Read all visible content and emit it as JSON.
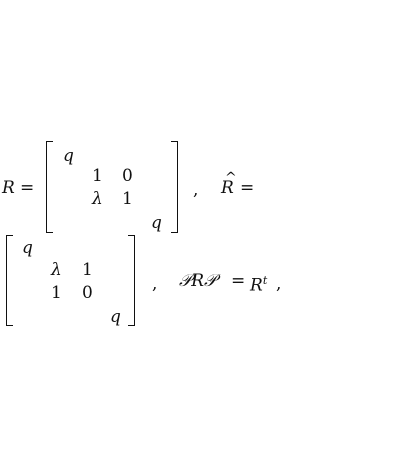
{
  "eq1": {
    "lhs": "R",
    "equals": "=",
    "matrix": {
      "corner_top": "q",
      "block": [
        [
          "1",
          "0"
        ],
        [
          "λ",
          "1"
        ]
      ],
      "corner_bottom": "q"
    },
    "comma": ",",
    "rhs2_symbol": "R",
    "rhs2_hat": "^",
    "rhs2_equals": "="
  },
  "eq2": {
    "matrix": {
      "corner_top": "q",
      "block": [
        [
          "λ",
          "1"
        ],
        [
          "1",
          "0"
        ]
      ],
      "corner_bottom": "q"
    },
    "comma": ",",
    "relation_left": "𝒫R𝒫",
    "relation_equals": "=",
    "relation_rhs_base": "R",
    "relation_rhs_sup": "t",
    "relation_comma": ","
  }
}
